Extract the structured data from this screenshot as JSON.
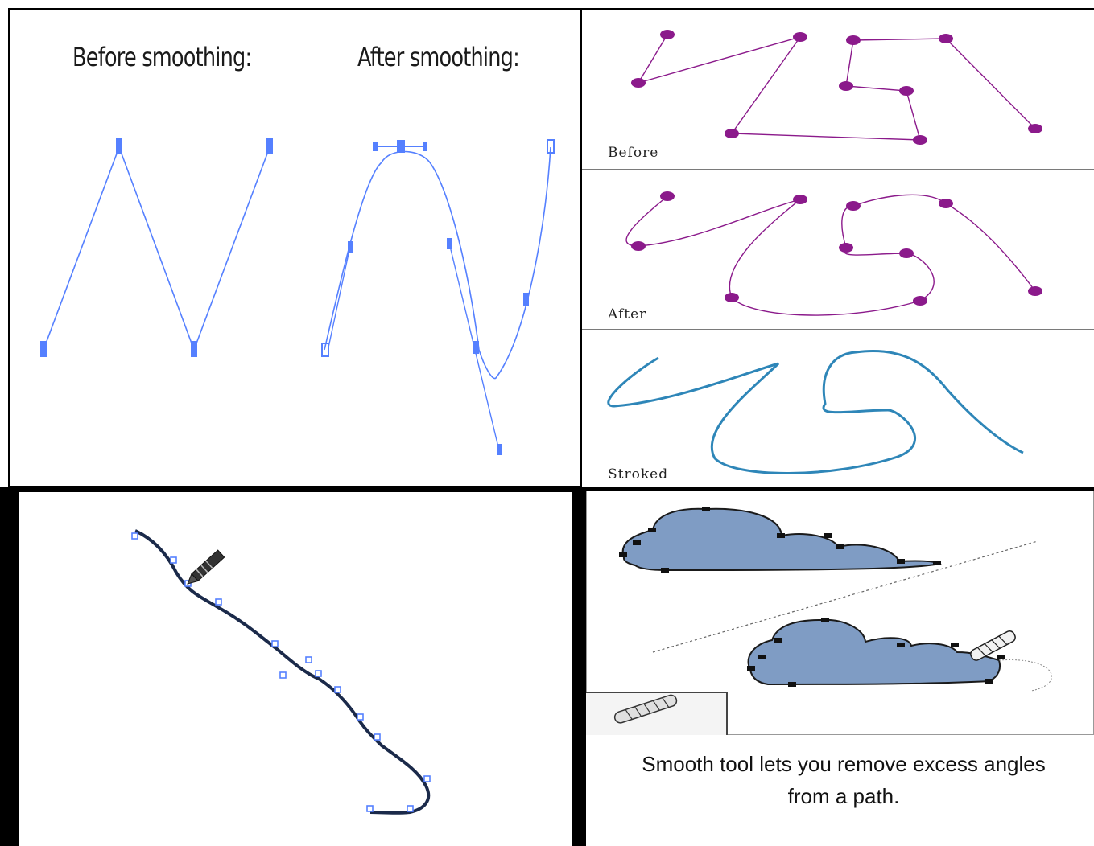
{
  "smoothing_panel": {
    "before_heading": "Before smoothing:",
    "after_heading": "After smoothing:"
  },
  "path_strips": {
    "before_label": "Before",
    "after_label": "After",
    "stroked_label": "Stroked"
  },
  "smooth_tool_panel": {
    "caption": "Smooth tool lets you remove excess angles from a path."
  },
  "icons": [
    "pencil-icon",
    "smooth-tool-icon"
  ],
  "colors": {
    "anchor_blue": "#5580ff",
    "path_purple": "#8b1a8b",
    "stroke_teal": "#2e86b8",
    "cloud_fill": "#7f9cc4"
  }
}
